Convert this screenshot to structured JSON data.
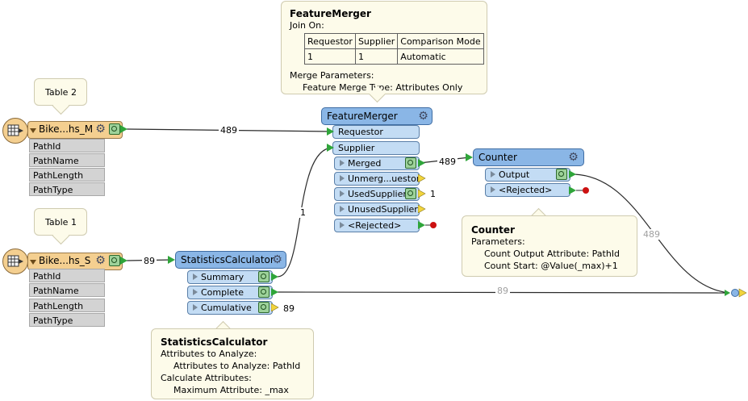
{
  "colors": {
    "reader": "#f4cf90",
    "transformer_header": "#8ab6e6",
    "port": "#c3dcf4",
    "attribute": "#d3d3d3",
    "note": "#fdfbea",
    "connection_active": "#2b2b2b",
    "connection_disabled": "#a0a0a0",
    "rejected_marker": "#cc1111",
    "output_arrow": "#2fa53a",
    "unused_arrow": "#f2d43c"
  },
  "icons": {
    "reader": "table-reader-icon",
    "settings": "gear-icon",
    "inspect": "inspect-magnifier-icon",
    "expand": "triangle-right-icon"
  },
  "notes": {
    "table2": "Table 2",
    "table1": "Table 1",
    "merger_annotation": {
      "title": "FeatureMerger",
      "join_on": "Join On:",
      "table_headers": [
        "Requestor",
        "Supplier",
        "Comparison Mode"
      ],
      "table_row": [
        "1",
        "1",
        "Automatic"
      ],
      "merge_params": "Merge Parameters:",
      "merge_type": "Feature Merge Type: Attributes Only"
    },
    "counter_annotation": {
      "title": "Counter",
      "params": "Parameters:",
      "line1": "Count Output Attribute: PathId",
      "line2": "Count Start: @Value(_max)+1"
    },
    "stats_annotation": {
      "title": "StatisticsCalculator",
      "line1": "Attributes to Analyze:",
      "line2": "Attributes to Analyze: PathId",
      "line3": "Calculate Attributes:",
      "line4": "Maximum Attribute: _max"
    }
  },
  "readers": {
    "top": {
      "name": "Bike...hs_M",
      "attributes": [
        "PathId",
        "PathName",
        "PathLength",
        "PathType"
      ],
      "count": "489"
    },
    "bottom": {
      "name": "Bike...hs_S",
      "attributes": [
        "PathId",
        "PathName",
        "PathLength",
        "PathType"
      ],
      "count": "89"
    }
  },
  "feature_merger": {
    "name": "FeatureMerger",
    "inputs": [
      "Requestor",
      "Supplier"
    ],
    "outputs": [
      "Merged",
      "Unmerg...uestor",
      "UsedSupplier",
      "UnusedSupplier",
      "<Rejected>"
    ],
    "merged_count": "489",
    "used_supplier_count": "1"
  },
  "counter": {
    "name": "Counter",
    "outputs": [
      "Output",
      "<Rejected>"
    ],
    "output_count": "489"
  },
  "stats": {
    "name": "StatisticsCalculator",
    "outputs": [
      "Summary",
      "Complete",
      "Cumulative"
    ],
    "summary_count": "1",
    "complete_count": "89",
    "cumulative_count": "89"
  }
}
